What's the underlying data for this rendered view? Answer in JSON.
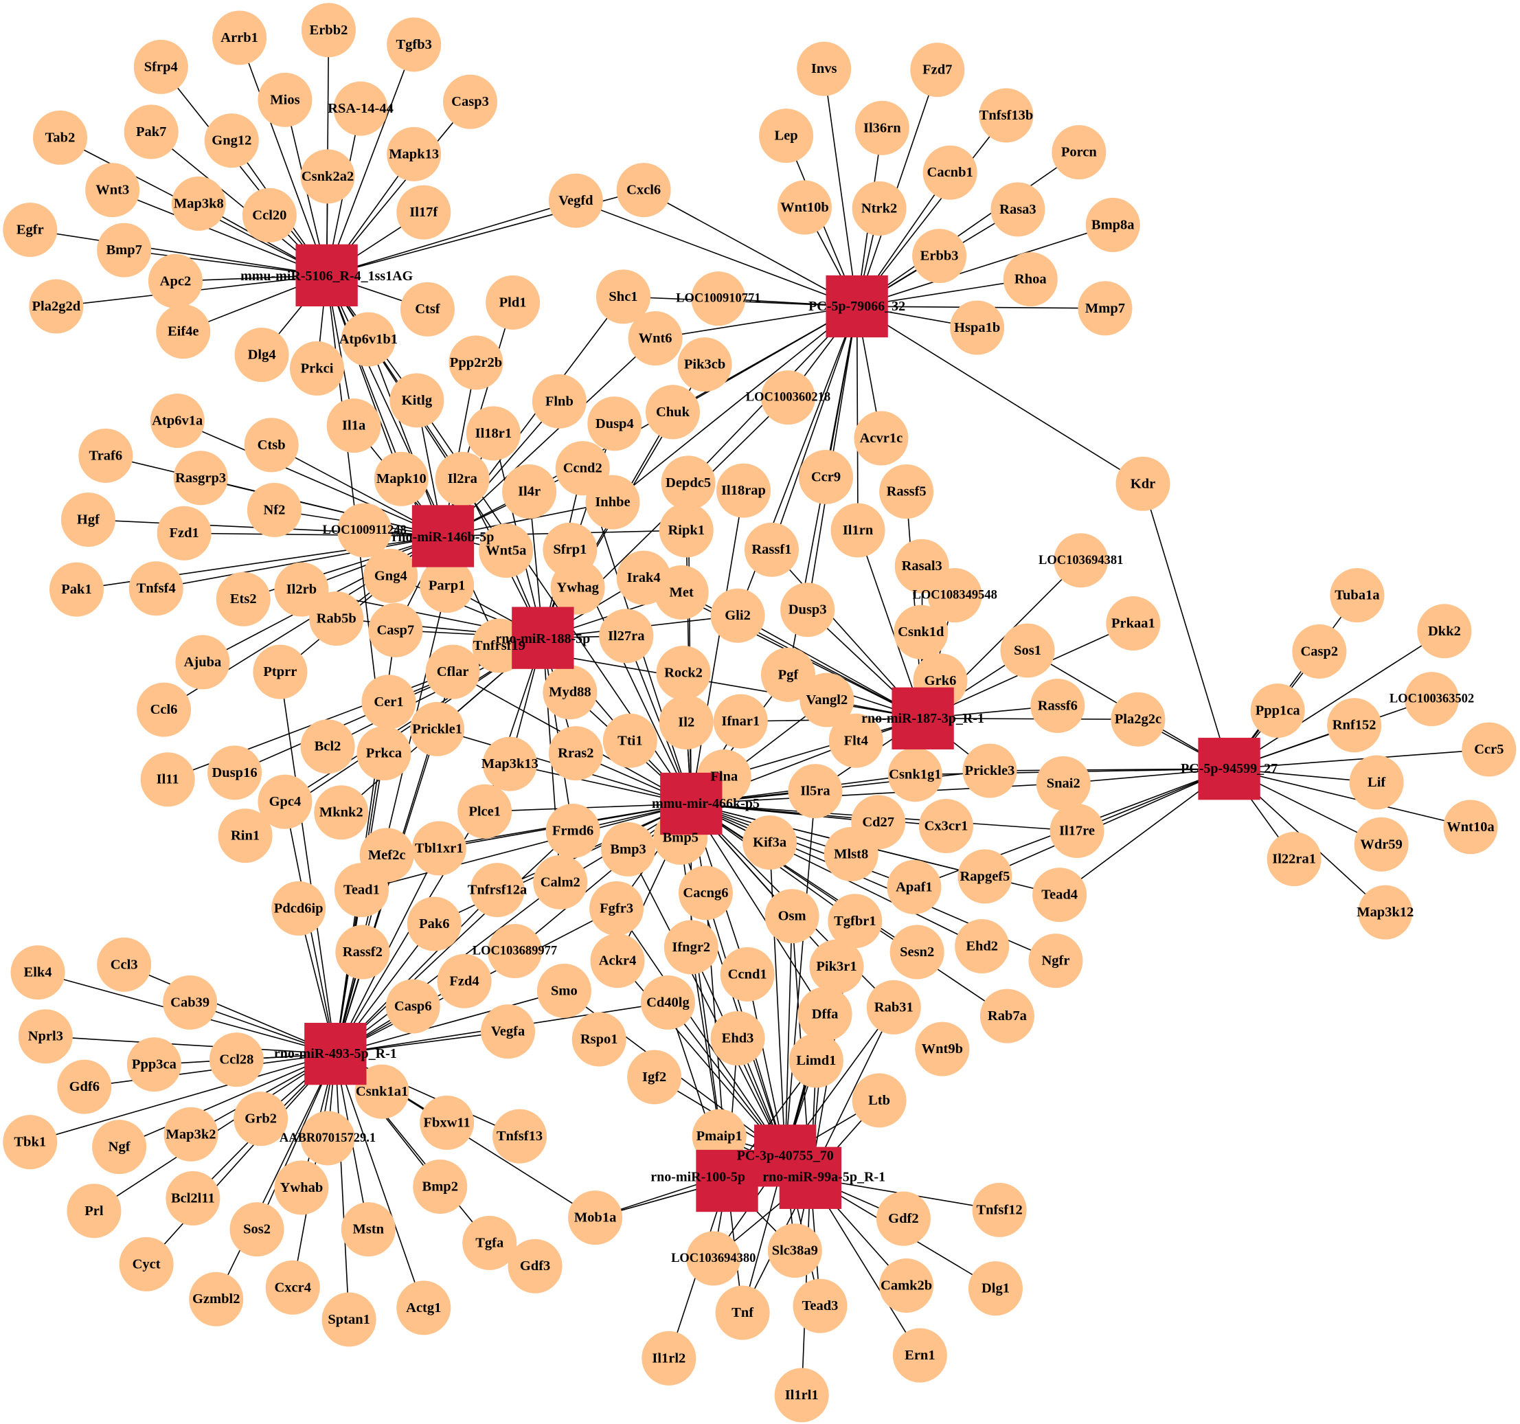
{
  "style": {
    "gene_fill": "#FFC28A",
    "mirna_fill": "#D21F3C",
    "edge_color": "#000000",
    "background": "#FFFFFF"
  },
  "mirnas": [
    {
      "id": "m5106",
      "label": "mmu-miR-5106_R-4_1ss1AG"
    },
    {
      "id": "m79066",
      "label": "PC-5p-79066_32"
    },
    {
      "id": "m146b",
      "label": "rno-miR-146b-5p"
    },
    {
      "id": "m188",
      "label": "rno-miR-188-5p"
    },
    {
      "id": "m187",
      "label": "rno-miR-187-3p_R-1"
    },
    {
      "id": "m94599",
      "label": "PC-5p-94599_27"
    },
    {
      "id": "m466k",
      "label": "mmu-mir-466k-p5"
    },
    {
      "id": "m493",
      "label": "rno-miR-493-5p_R-1"
    },
    {
      "id": "m40755",
      "label": "PC-3p-40755_70"
    },
    {
      "id": "m100",
      "label": "rno-miR-100-5p"
    },
    {
      "id": "m99a",
      "label": "rno-miR-99a-5p_R-1"
    }
  ],
  "genes": [
    "Erbb2",
    "Tgfb3",
    "Arrb1",
    "Sfrp4",
    "Mios",
    "RSA-14-44",
    "Casp3",
    "Pak7",
    "Gng12",
    "Tab2",
    "Csnk2a2",
    "Mapk13",
    "Wnt3",
    "Map3k8",
    "Ccl20",
    "Il17f",
    "Egfr",
    "Bmp7",
    "Apc2",
    "Pla2g2d",
    "Eif4e",
    "Vegfd",
    "Cxcl6",
    "Invs",
    "Fzd7",
    "Lep",
    "Il36rn",
    "Tnfsf13b",
    "Porcn",
    "Cacnb1",
    "Wnt10b",
    "Ntrk2",
    "Rasa3",
    "Bmp8a",
    "Erbb3",
    "Rhoa",
    "Mmp7",
    "Hspa1b",
    "LOC100910771",
    "Shc1",
    "Wnt6",
    "Ctsf",
    "Pld1",
    "Atp6v1b1",
    "Dlg4",
    "Prkci",
    "Ppp2r2b",
    "Pik3cb",
    "Flnb",
    "Kitlg",
    "Dusp4",
    "Chuk",
    "LOC100360218",
    "Il1a",
    "Il18r1",
    "Atp6v1a",
    "Ctsb",
    "Traf6",
    "Rasgrp3",
    "Mapk10",
    "Il2ra",
    "Ccnd2",
    "Hgf",
    "Nf2",
    "Il4r",
    "Inhbe",
    "Depdc5",
    "Il18rap",
    "Fzd1",
    "LOC100911248",
    "Wnt5a",
    "Sfrp1",
    "Ripk1",
    "Pak1",
    "Tnfsf4",
    "Gng4",
    "Parp1",
    "Ets2",
    "Il2rb",
    "Ywhag",
    "Irak4",
    "Met",
    "Rab5b",
    "Casp7",
    "Tnfrsf19",
    "Il27ra",
    "Gli2",
    "Dusp3",
    "Acvr1c",
    "Ccr9",
    "Rassf5",
    "Kdr",
    "Il1rn",
    "Rassf1",
    "Rasal3",
    "LOC103694381",
    "LOC108349548",
    "Csnk1d",
    "Prkaa1",
    "Sos1",
    "Grk6",
    "Rassf6",
    "Pla2g2c",
    "Tuba1a",
    "Casp2",
    "Dkk2",
    "Ppp1ca",
    "LOC100363502",
    "Rnf152",
    "Ccr5",
    "Lif",
    "Wdr59",
    "Wnt10a",
    "Il22ra1",
    "Map3k12",
    "Ajuba",
    "Ptprr",
    "Cflar",
    "Rock2",
    "Pgf",
    "Vangl2",
    "Ccl6",
    "Cer1",
    "Myd88",
    "Il2",
    "Ifnar1",
    "Prickle1",
    "Bcl2",
    "Prkca",
    "Map3k13",
    "Rras2",
    "Tti1",
    "Flt4",
    "Il11",
    "Dusp16",
    "Flna",
    "Il5ra",
    "Csnk1g1",
    "Prickle3",
    "Snai2",
    "Gpc4",
    "Mknk2",
    "Plce1",
    "Cd27",
    "Cx3cr1",
    "Il17re",
    "Rin1",
    "Frmd6",
    "Bmp5",
    "Kif3a",
    "Mef2c",
    "Tbl1xr1",
    "Bmp3",
    "Mlst8",
    "Tead1",
    "Calm2",
    "Tnfrsf12a",
    "Apaf1",
    "Rapgef5",
    "Tead4",
    "Pdcd6ip",
    "Cacng6",
    "Fgfr3",
    "Osm",
    "Tgfbr1",
    "Rassf2",
    "Pak6",
    "LOC103689977",
    "Ifngr2",
    "Sesn2",
    "Ehd2",
    "Ngfr",
    "Ackr4",
    "Ccnd1",
    "Pik3r1",
    "Fzd4",
    "Smo",
    "Cd40lg",
    "Dffa",
    "Rab31",
    "Rab7a",
    "Wnt9b",
    "Casp6",
    "Vegfa",
    "Rspo1",
    "Ehd3",
    "Limd1",
    "Igf2",
    "Ltb",
    "Elk4",
    "Ccl3",
    "Cab39",
    "Nprl3",
    "Ppp3ca",
    "Ccl28",
    "Gdf6",
    "Csnk1a1",
    "Fbxw11",
    "Tnfsf13",
    "Tbk1",
    "Grb2",
    "Map3k2",
    "AABR07015729.1",
    "Ngf",
    "Bmp2",
    "Ywhab",
    "Bcl2l11",
    "Prl",
    "Sos2",
    "Mstn",
    "Cyct",
    "Tgfa",
    "Gdf3",
    "Mob1a",
    "Gzmbl2",
    "Cxcr4",
    "Sptan1",
    "Actg1",
    "Pmaip1",
    "Gdf2",
    "Tnfsf12",
    "LOC103694380",
    "Slc38a9",
    "Camk2b",
    "Dlg1",
    "Tnf",
    "Tead3",
    "Il1rl2",
    "Ern1",
    "Il1rl1"
  ]
}
